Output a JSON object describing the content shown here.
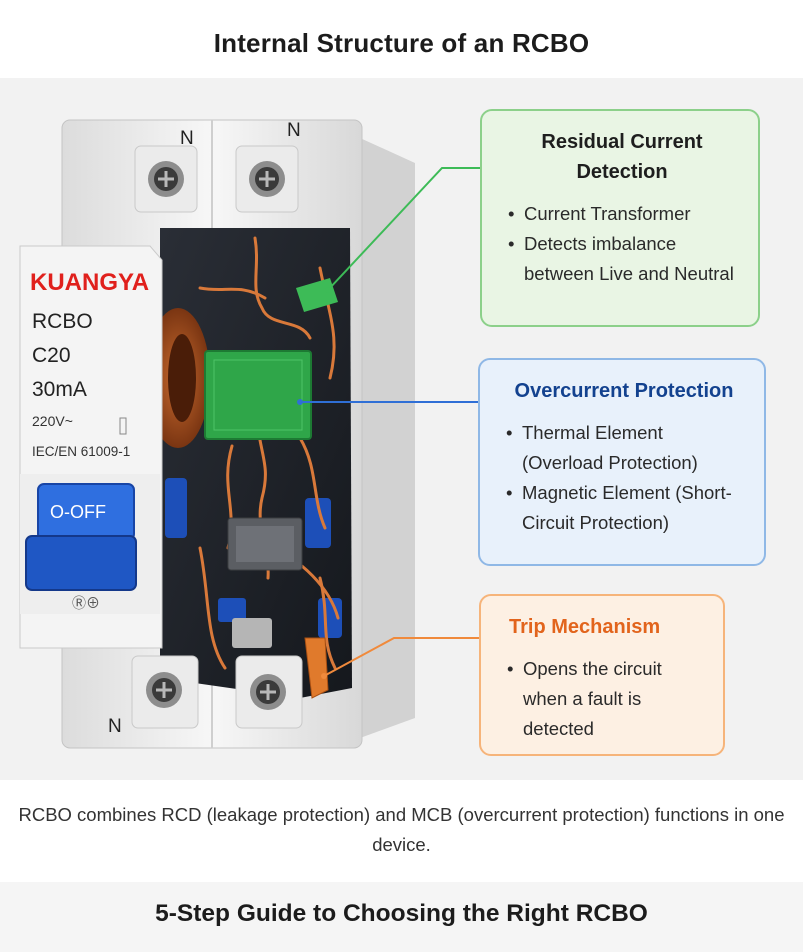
{
  "title": "Internal Structure of an RCBO",
  "device": {
    "brand": "KUANGYA",
    "lines": [
      "RCBO",
      "C20",
      "30mA",
      "220V~",
      "IEC/EN 61009-1"
    ],
    "terminal_labels": [
      "N",
      "N",
      "N"
    ],
    "switch_label": "O-OFF",
    "switch_mark": "Ⓡ⊕"
  },
  "callouts": [
    {
      "title": "Residual Current Detection",
      "items": [
        "Current Transformer",
        "Detects imbalance between Live and Neutral"
      ],
      "color": "#8cd08a"
    },
    {
      "title": "Overcurrent Protection",
      "items": [
        "Thermal Element (Overload Protection)",
        "Magnetic Element (Short-Circuit Protection)"
      ],
      "color": "#4a86d4"
    },
    {
      "title": "Trip Mechanism",
      "items": [
        "Opens the circuit when a fault is detected"
      ],
      "color": "#f08a3c"
    }
  ],
  "caption": "RCBO combines RCD (leakage protection) and MCB (overcurrent protection) functions in one device.",
  "subtitle": "5-Step Guide to Choosing the Right RCBO",
  "colors": {
    "brand_red": "#e0201c",
    "switch_blue": "#1f57c4",
    "detector_green": "#2fa649",
    "pcb_dark": "#1b1e24"
  }
}
